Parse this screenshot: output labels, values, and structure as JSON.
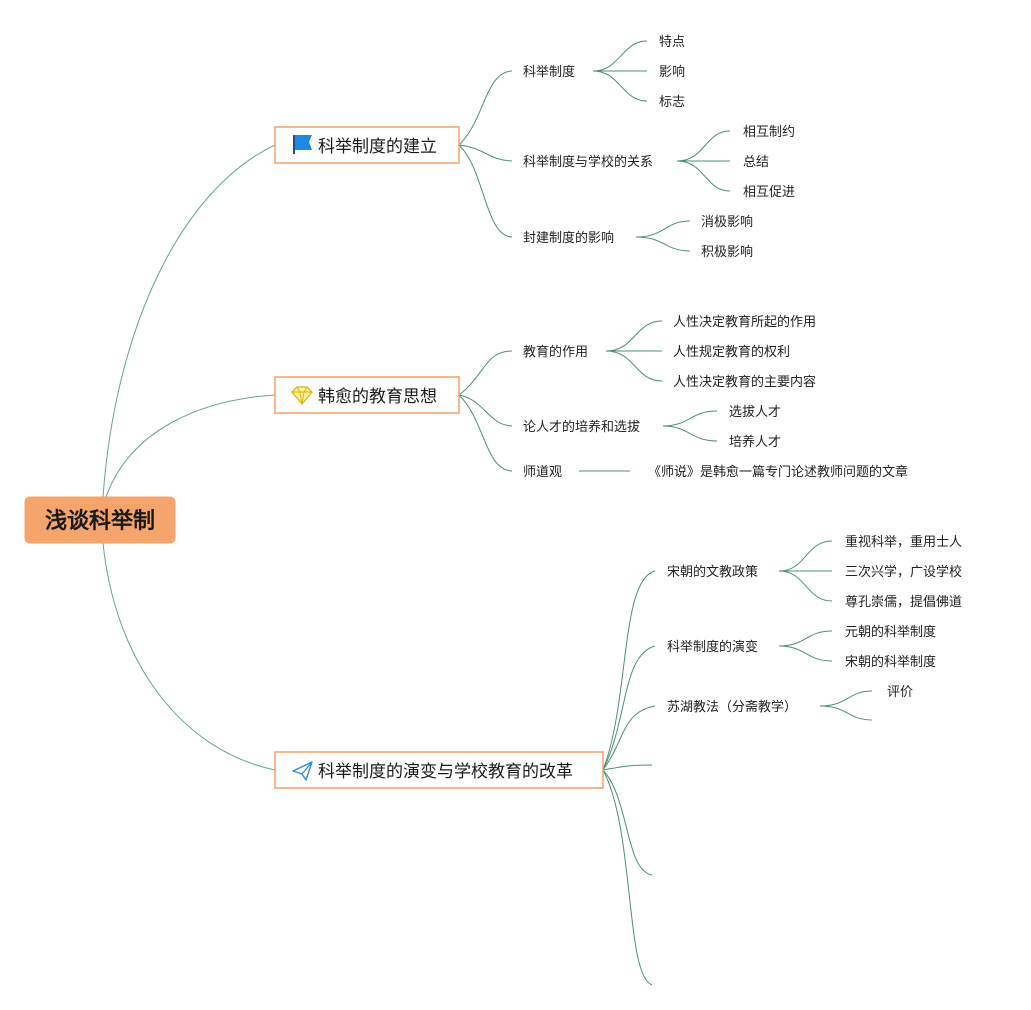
{
  "root": {
    "label": "浅谈科举制"
  },
  "icons": {
    "flag": "flag-icon",
    "gem": "gem-icon",
    "plane": "paper-plane-icon"
  },
  "colors": {
    "root_fill": "#f5a46b",
    "branch_border": "#f3a169",
    "line": "#4f8f74",
    "flag": "#1e88e5",
    "gem": "#f2c200",
    "plane": "#2f8ae0"
  },
  "branches": [
    {
      "label": "科举制度的建立",
      "icon": "flag-icon",
      "children": [
        {
          "label": "科举制度",
          "children": [
            "特点",
            "影响",
            "标志"
          ]
        },
        {
          "label": "科举制度与学校的关系",
          "children": [
            "相互制约",
            "总结",
            "相互促进"
          ]
        },
        {
          "label": "封建制度的影响",
          "children": [
            "消极影响",
            "积极影响"
          ]
        }
      ]
    },
    {
      "label": "韩愈的教育思想",
      "icon": "gem-icon",
      "children": [
        {
          "label": "教育的作用",
          "children": [
            "人性决定教育所起的作用",
            "人性规定教育的权利",
            "人性决定教育的主要内容"
          ]
        },
        {
          "label": "论人才的培养和选拔",
          "children": [
            "选拔人才",
            "培养人才"
          ]
        },
        {
          "label": "师道观",
          "children": [
            "《师说》是韩愈一篇专门论述教师问题的文章"
          ]
        }
      ]
    },
    {
      "label": "科举制度的演变与学校教育的改革",
      "icon": "paper-plane-icon",
      "children": [
        {
          "label": "宋朝的文教政策",
          "children": [
            "重视科举，重用士人",
            "三次兴学，广设学校",
            "尊孔崇儒，提倡佛道"
          ]
        },
        {
          "label": "科举制度的演变",
          "children": [
            "元朝的科举制度",
            "宋朝的科举制度"
          ]
        },
        {
          "label": "苏湖教法（分斋教学）",
          "children": [
            "评价",
            ""
          ]
        },
        {
          "label": "",
          "children": []
        },
        {
          "label": "",
          "children": []
        },
        {
          "label": "",
          "children": []
        }
      ]
    }
  ]
}
